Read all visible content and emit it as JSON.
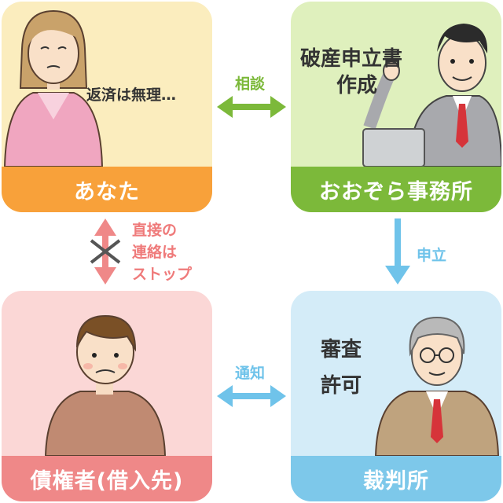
{
  "cards": {
    "you": {
      "label": "あなた",
      "speech": "返済は無理…"
    },
    "office": {
      "label": "おおぞら事務所",
      "caption_line1": "破産申立書",
      "caption_line2": "作成"
    },
    "creditor": {
      "label": "債権者(借入先)"
    },
    "court": {
      "label": "裁判所",
      "caption_line1": "審査",
      "caption_line2": "許可"
    }
  },
  "connectors": {
    "consult": "相談",
    "file": "申立",
    "notify": "通知",
    "stop_line1": "直接の",
    "stop_line2": "連絡は",
    "stop_line3": "ストップ"
  },
  "colors": {
    "you": "#f8a13a",
    "office": "#7cb93a",
    "creditor": "#ef8888",
    "court": "#7dc8ea"
  }
}
